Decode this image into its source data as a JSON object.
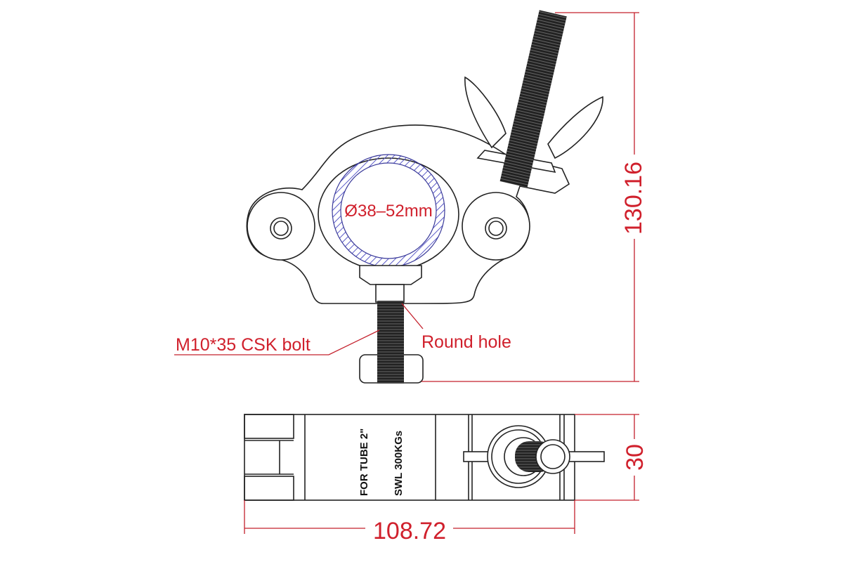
{
  "labels": {
    "tube_diameter": "Ø38–52mm",
    "bolt": "M10*35 CSK bolt",
    "hole": "Round hole",
    "height_dim": "130.16",
    "width_dim": "108.72",
    "depth_dim": "30",
    "stamp_tube": "FOR TUBE 2\"",
    "stamp_swl": "SWL 300KGs"
  },
  "colors": {
    "dimension": "#c4202c",
    "tube_hatch": "#5a5ac8",
    "line": "#222222"
  }
}
